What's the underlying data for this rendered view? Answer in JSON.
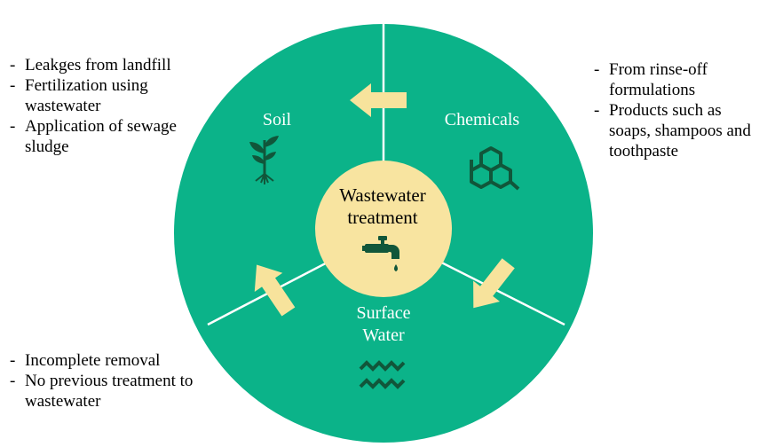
{
  "colors": {
    "ring": "#0bb389",
    "hub": "#f8e4a0",
    "arrow": "#f7e39c",
    "icon": "#11563a",
    "divider": "#ffffff"
  },
  "center": {
    "line1": "Wastewater",
    "line2": "treatment",
    "icon": "faucet-icon"
  },
  "segments": [
    {
      "id": "soil",
      "label": "Soil",
      "icon": "plant-sprout-icon"
    },
    {
      "id": "chemicals",
      "label": "Chemicals",
      "icon": "molecule-hexagon-icon"
    },
    {
      "id": "surface-water",
      "label_line1": "Surface",
      "label_line2": "Water",
      "icon": "water-waves-icon"
    }
  ],
  "notes": {
    "soil": [
      "Leakges from landfill",
      "Fertilization using wastewater",
      "Application of sewage sludge"
    ],
    "chemicals": [
      "From rinse-off formulations",
      "Products such as soaps, shampoos and toothpaste"
    ],
    "surface_water": [
      "Incomplete removal",
      "No previous treatment to wastewater"
    ]
  }
}
